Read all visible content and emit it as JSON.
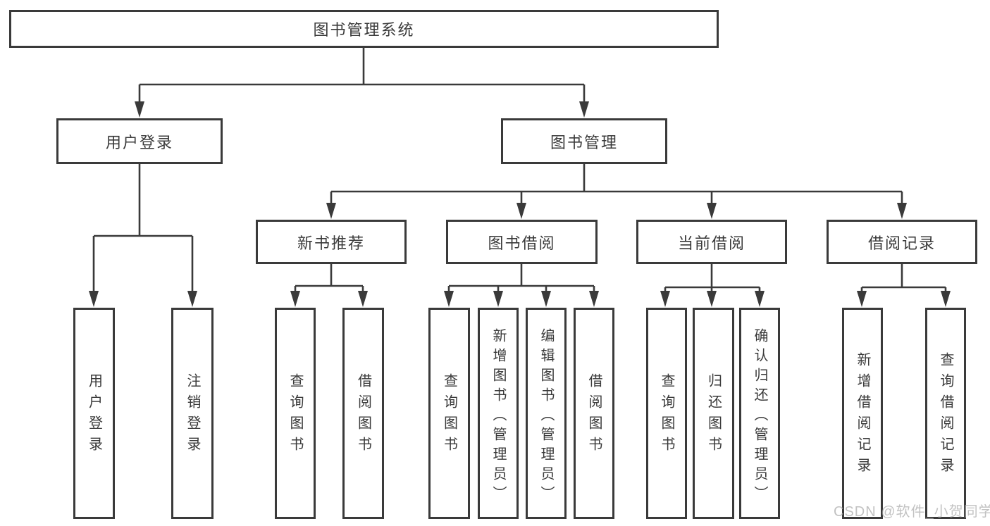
{
  "diagram": {
    "root": {
      "label": "图书管理系统"
    },
    "branches": [
      {
        "label": "用户登录",
        "children": [
          {
            "label": "用户登录"
          },
          {
            "label": "注销登录"
          }
        ]
      },
      {
        "label": "图书管理",
        "children": [
          {
            "label": "新书推荐",
            "children": [
              {
                "label": "查询图书"
              },
              {
                "label": "借阅图书"
              }
            ]
          },
          {
            "label": "图书借阅",
            "children": [
              {
                "label": "查询图书"
              },
              {
                "label": "新增图书（管理员）"
              },
              {
                "label": "编辑图书（管理员）"
              },
              {
                "label": "借阅图书"
              }
            ]
          },
          {
            "label": "当前借阅",
            "children": [
              {
                "label": "查询图书"
              },
              {
                "label": "归还图书"
              },
              {
                "label": "确认归还（管理员）"
              }
            ]
          },
          {
            "label": "借阅记录",
            "children": [
              {
                "label": "新增借阅记录"
              },
              {
                "label": "查询借阅记录"
              }
            ]
          }
        ]
      }
    ]
  },
  "watermark": {
    "text": "CSDN @软件_小贺同学"
  },
  "colors": {
    "line": "#3a3a3a",
    "text": "#3a3a3a",
    "background": "#ffffff",
    "watermark": "#ababab"
  }
}
